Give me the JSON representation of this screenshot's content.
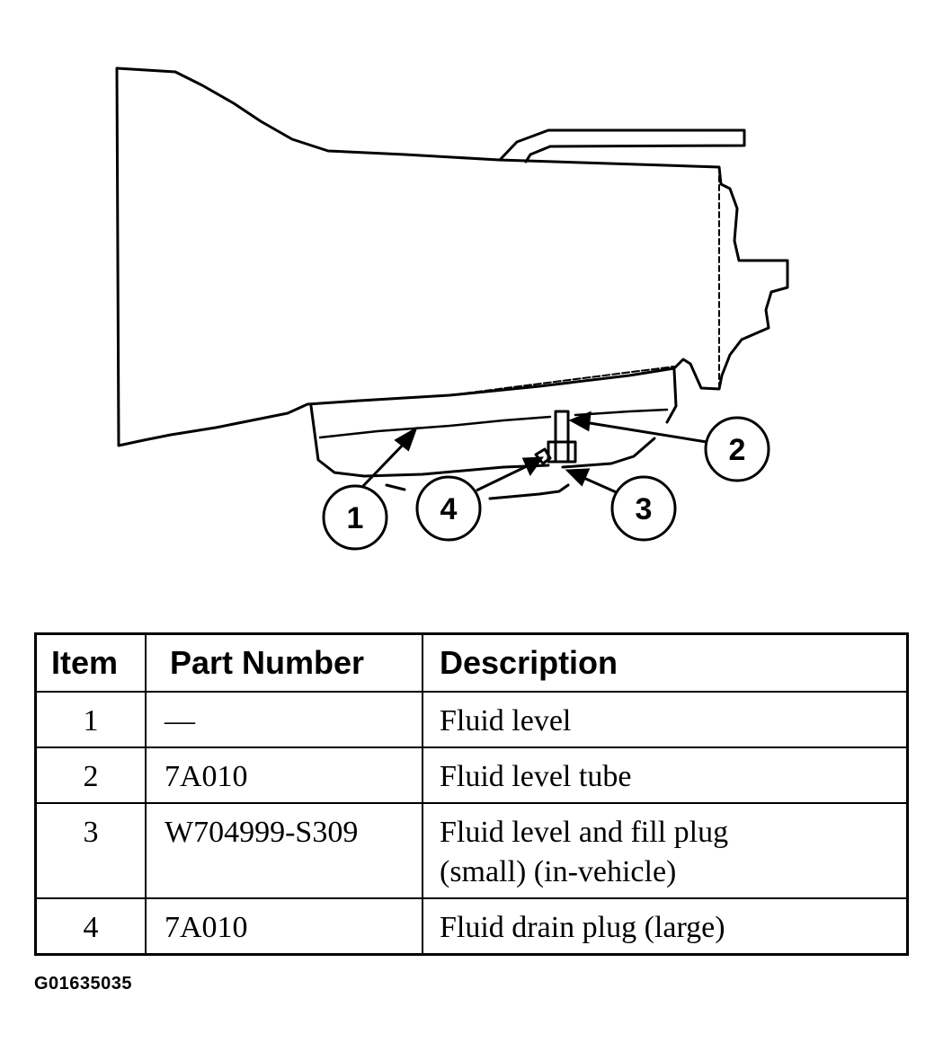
{
  "callouts": [
    "1",
    "2",
    "3",
    "4"
  ],
  "table": {
    "headers": {
      "item": "Item",
      "part_number": "Part Number",
      "description": "Description"
    },
    "rows": [
      {
        "item": "1",
        "part_number": "—",
        "description": "Fluid level",
        "description2": ""
      },
      {
        "item": "2",
        "part_number": "7A010",
        "description": "Fluid level tube",
        "description2": ""
      },
      {
        "item": "3",
        "part_number": "W704999-S309",
        "description": "Fluid level and fill plug",
        "description2": "(small) (in-vehicle)"
      },
      {
        "item": "4",
        "part_number": "7A010",
        "description": "Fluid drain plug (large)",
        "description2": ""
      }
    ]
  },
  "figure_id": "G01635035"
}
